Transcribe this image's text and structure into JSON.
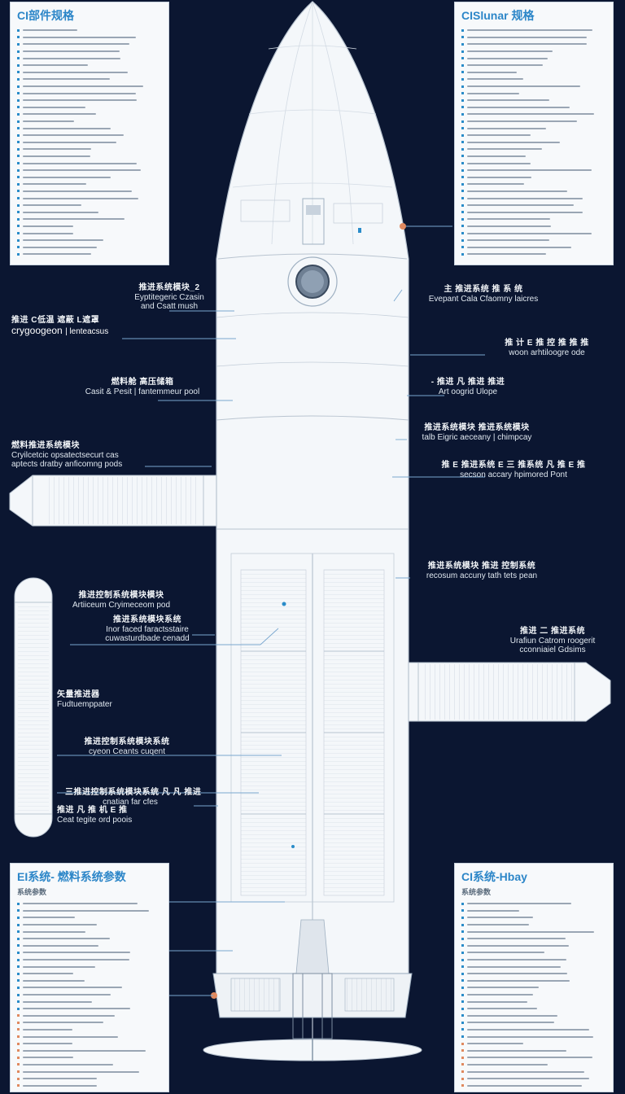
{
  "panels": {
    "top_left": {
      "title": "CI部件规格"
    },
    "top_right": {
      "title": "CISlunar 规格"
    },
    "bottom_left": {
      "title": "EI系统- 燃料系统参数",
      "subtitle": "系统参数"
    },
    "bottom_right": {
      "title": "CI系统-Hbay",
      "subtitle": "系统参数"
    }
  },
  "callouts": {
    "c1": {
      "l1": "推进系统模块_2",
      "l2": "Eyptitegeric Czasin",
      "l3": "and Csatt mush"
    },
    "c2": {
      "l1": "推进 C低温 遮蔽 L遮罩",
      "l2": "crygoogeon",
      "l3": "| lenteacsus"
    },
    "c3": {
      "l1": "燃料舱 高压储箱",
      "l2": "Casit & Pesit | fantemmeur pool"
    },
    "c4": {
      "l1": "燃料推进系统模块",
      "l2": "Cryilcetcic opsatectsecurt cas",
      "l3": "aptects dratby anficomng pods"
    },
    "c5": {
      "l1": "推进控制系统模块模块",
      "l2": "Artiiceum Cryimeceom pod"
    },
    "c6": {
      "l1": "推进系统模块系统",
      "l2": "Inor faced faractsstaire",
      "l3": "cuwasturdbade cenadd"
    },
    "c7": {
      "l1": "矢量推进器",
      "l2": "Fudtuemppater"
    },
    "c8": {
      "l1": "推进控制系统模块系统",
      "l2": "cyeon Ceants cuqent"
    },
    "c9": {
      "l1": "三推进控制系统模块系统 凡 凡 推进",
      "l2": "cnatian far cfes"
    },
    "c10": {
      "l1": "推进 凡 推 机 E 推",
      "l2": "Ceat tegite ord poois"
    },
    "c11": {
      "l1": "主 推进系统 推 系 统",
      "l2": "Evepant Cala Cfaomny laicres"
    },
    "c12": {
      "l1": "推 计 E 推 控 推 推 推",
      "l2": "woon arhtiloogre ode"
    },
    "c13": {
      "l1": "- 推进 凡 推进 推进",
      "l2": "Art oogrid Ulope"
    },
    "c14": {
      "l1": "推进系统模块 推进系统模块",
      "l2": "talb Eigric aeceany | chimpcay"
    },
    "c15": {
      "l1": "推 E 推进系统 E 三 推系统 凡 推 E 推",
      "l2": "secson accary hpimored Pont"
    },
    "c16": {
      "l1": "推进系统模块 推进 控制系统",
      "l2": "recosum accuny tath tets pean"
    },
    "c17": {
      "l1": "推进 二 推进系统",
      "l2": "Urafiun Catrom   roogerit",
      "l3": "cconniaiel Gdsims"
    }
  },
  "colors": {
    "background": "#0b1631",
    "rocket_fill": "#f4f7fa",
    "rocket_line": "#b9c4d0",
    "leader_line": "#7aa7cf",
    "accent_blue": "#2a8cc9",
    "accent_orange": "#e0895f"
  }
}
